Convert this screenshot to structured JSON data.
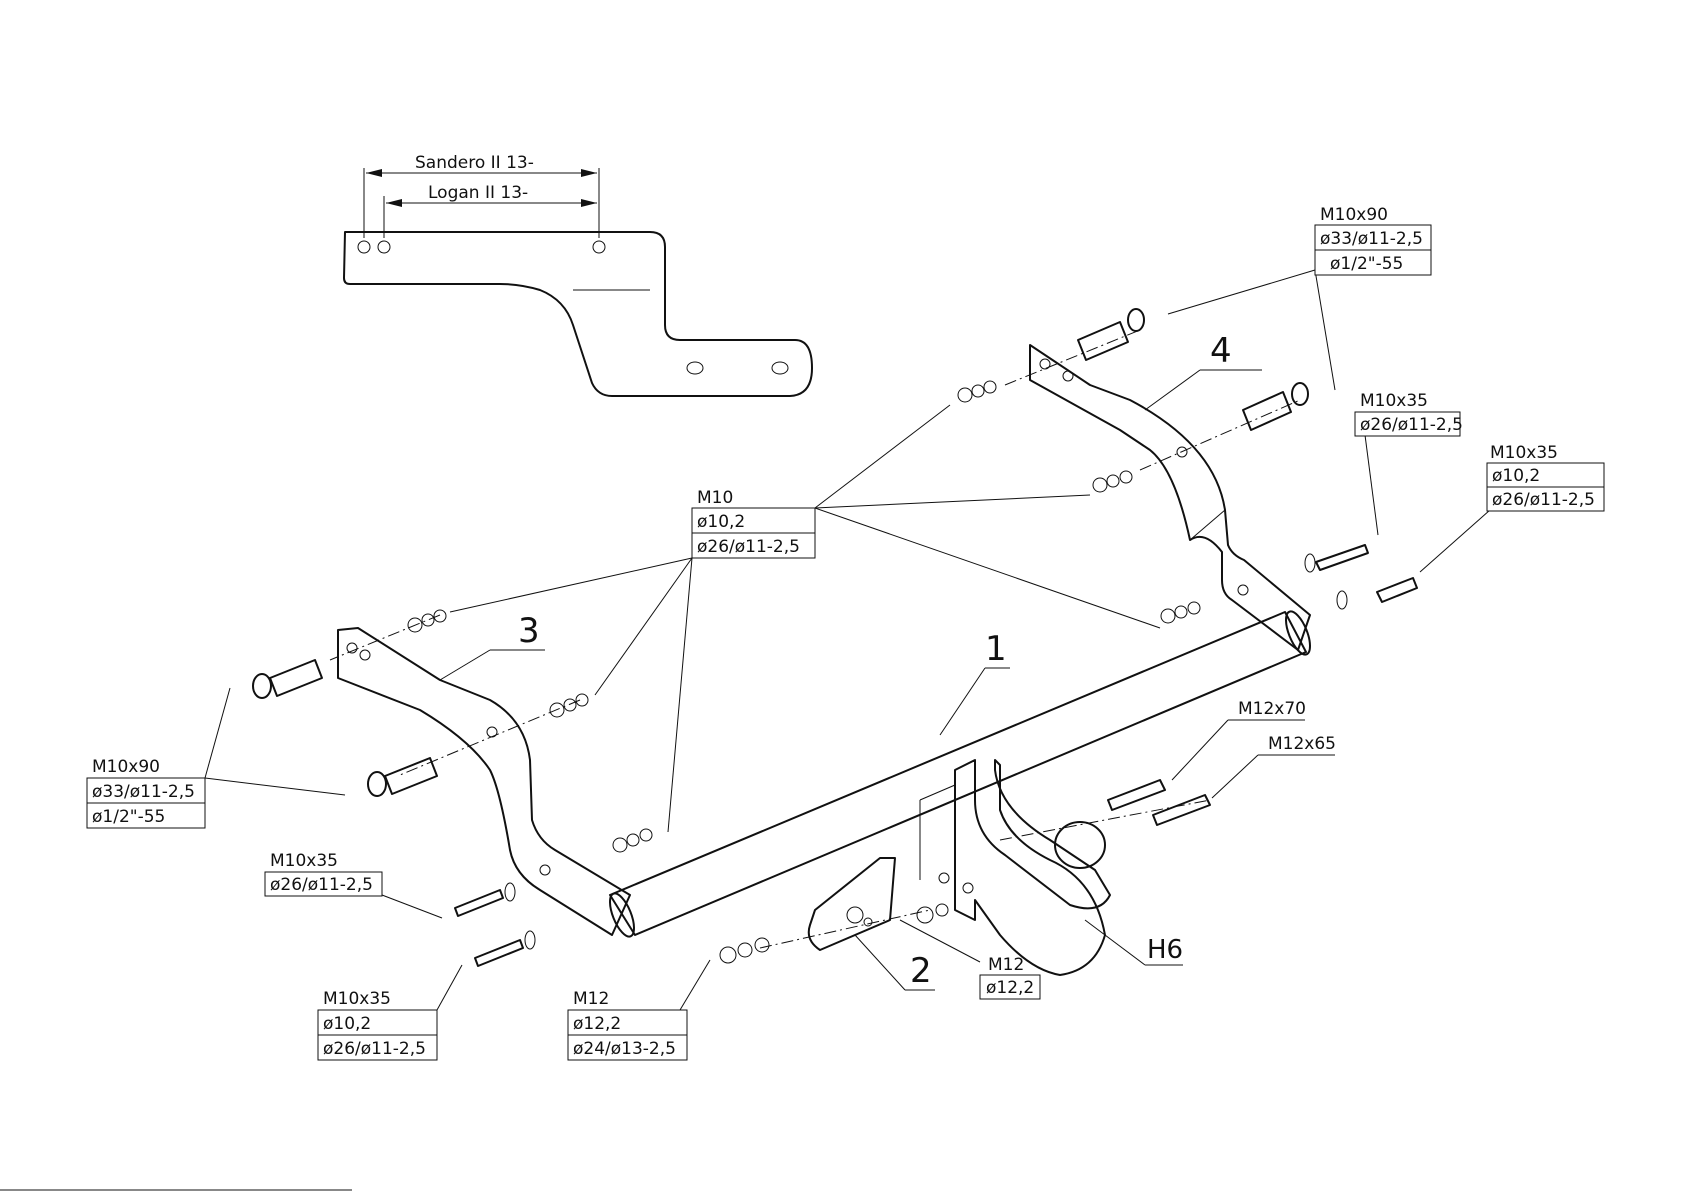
{
  "bracket_variants": {
    "sandero": "Sandero II 13-",
    "logan": "Logan II 13-"
  },
  "part_numbers": {
    "crossbar": "1",
    "socket_plate": "2",
    "left_bracket": "3",
    "right_bracket": "4",
    "tow_ball": "H6"
  },
  "labels": {
    "top_right_m10x90": [
      "M10x90",
      "ø33/ø11-2,5",
      "ø1/2\"-55"
    ],
    "right_m10x35_a": [
      "M10x35",
      "ø26/ø11-2,5"
    ],
    "right_m10x35_b": [
      "M10x35",
      "ø10,2",
      "ø26/ø11-2,5"
    ],
    "center_m10": [
      "M10",
      "ø10,2",
      "ø26/ø11-2,5"
    ],
    "left_m10x90": [
      "M10x90",
      "ø33/ø11-2,5",
      "ø1/2\"-55"
    ],
    "left_m10x35_a": [
      "M10x35",
      "ø26/ø11-2,5"
    ],
    "bottom_m10x35": [
      "M10x35",
      "ø10,2",
      "ø26/ø11-2,5"
    ],
    "bottom_m12": [
      "M12",
      "ø12,2",
      "ø24/ø13-2,5"
    ],
    "ball_m12": [
      "M12",
      "ø12,2"
    ],
    "bolt_m12x70": [
      "M12x70"
    ],
    "bolt_m12x65": [
      "M12x65"
    ]
  }
}
